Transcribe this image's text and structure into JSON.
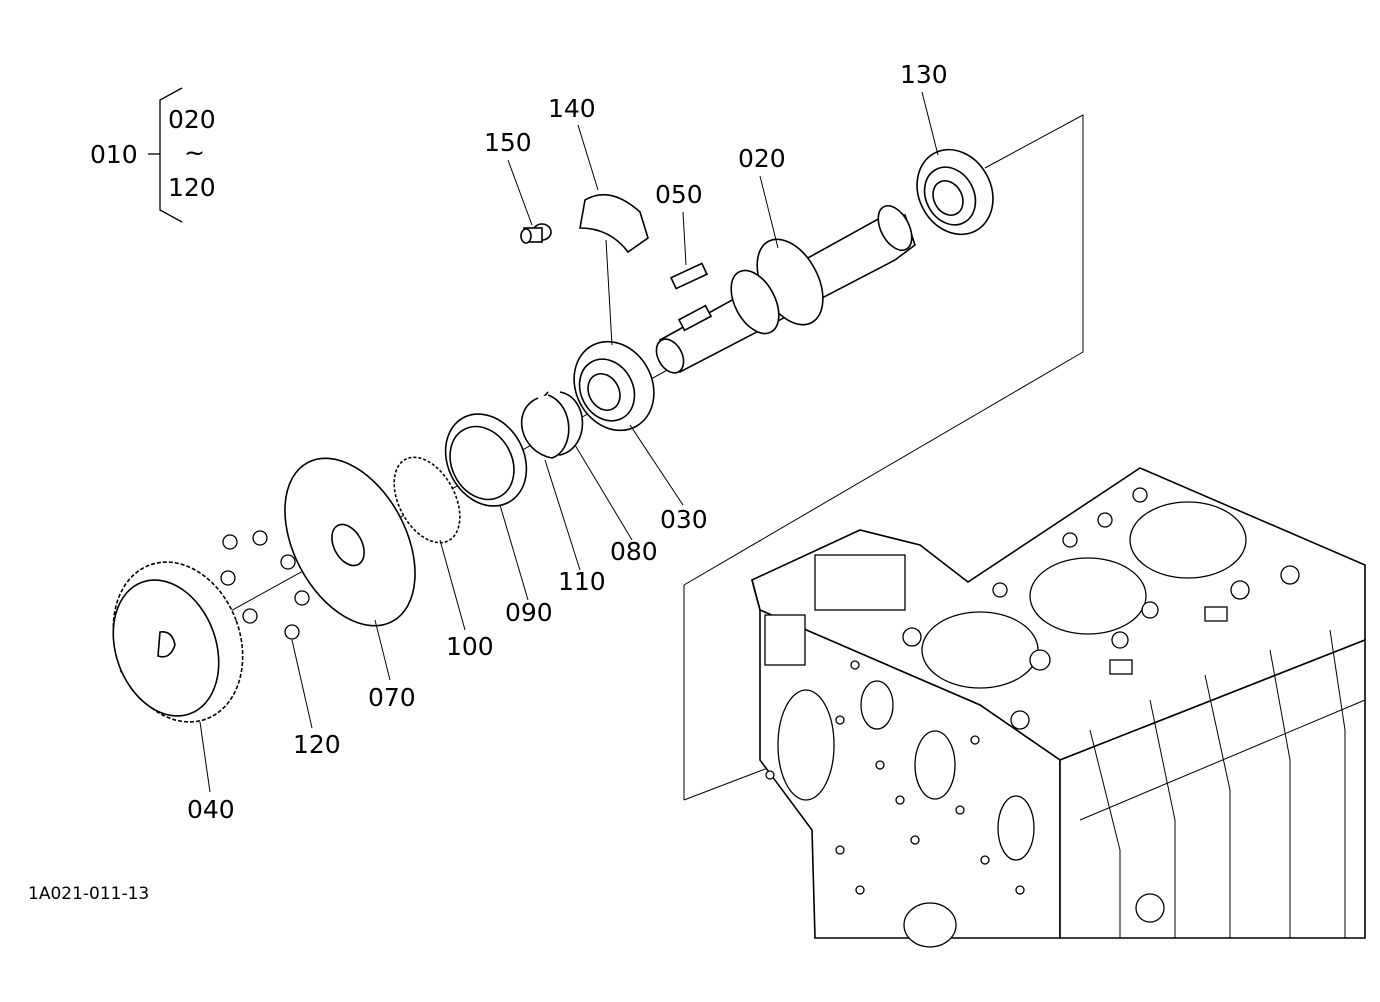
{
  "labels": {
    "p010": "010",
    "p020_range": "020",
    "tilde": "~",
    "p120_range": "120",
    "p130": "130",
    "p140": "140",
    "p150": "150",
    "p020": "020",
    "p050": "050",
    "p030": "030",
    "p080": "080",
    "p110": "110",
    "p090": "090",
    "p100": "100",
    "p070": "070",
    "p120": "120",
    "p040": "040"
  },
  "drawing_code": "1A021-011-13"
}
